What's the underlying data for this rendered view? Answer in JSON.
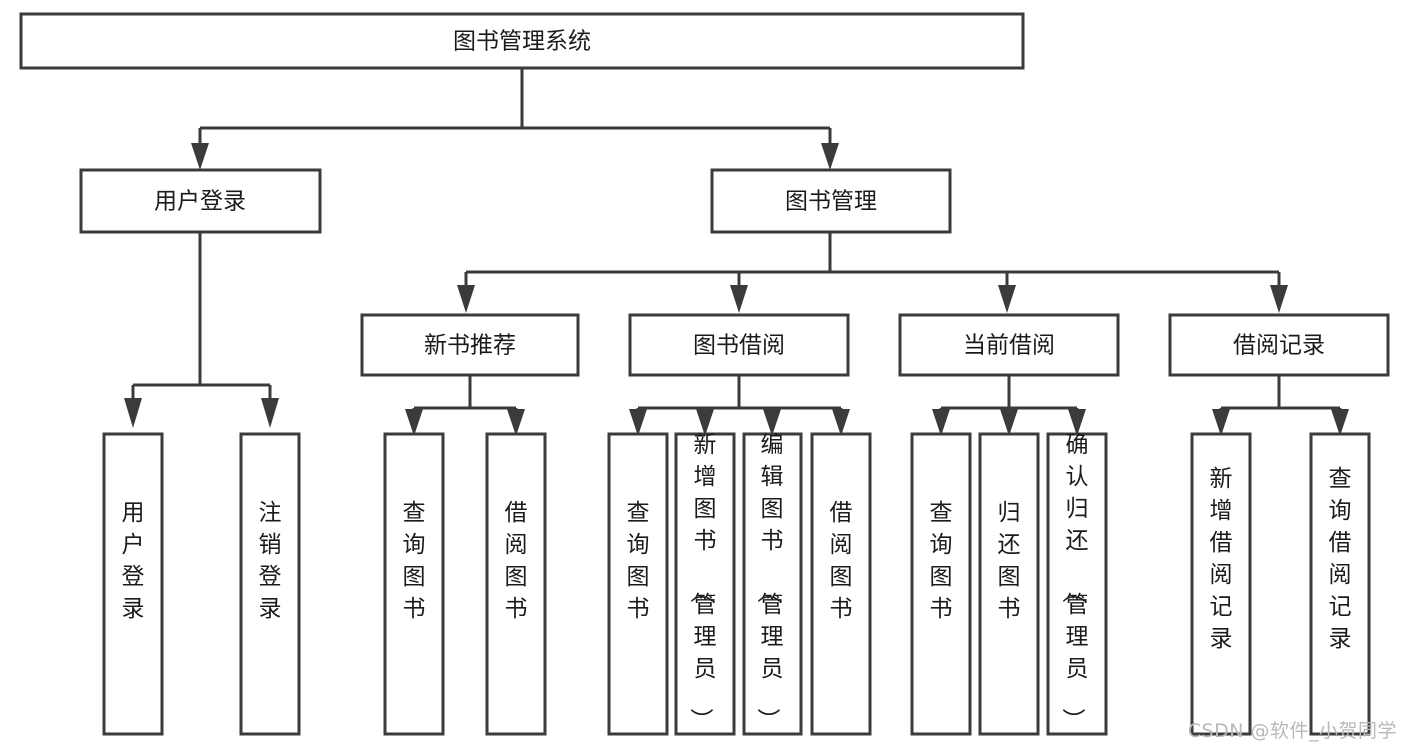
{
  "diagram": {
    "title": "图书管理系统",
    "watermark": "CSDN @软件_小贺同学",
    "colors": {
      "stroke": "#3b3b3b",
      "fill": "#ffffff",
      "text": "#1b1b1b",
      "watermark": "#b9b9b9",
      "background": "#ffffff"
    },
    "levels": {
      "root": "图书管理系统",
      "level2": [
        "用户登录",
        "图书管理"
      ],
      "level3": [
        "新书推荐",
        "图书借阅",
        "当前借阅",
        "借阅记录"
      ],
      "leaves": [
        "用户登录",
        "注销登录",
        "查询图书",
        "借阅图书",
        "查询图书",
        "新增图书（管理员）",
        "编辑图书（管理员）",
        "借阅图书",
        "查询图书",
        "归还图书",
        "确认归还（管理员）",
        "新增借阅记录",
        "查询借阅记录"
      ]
    },
    "nodes": {
      "root": {
        "label": "图书管理系统"
      },
      "user_login": {
        "label": "用户登录"
      },
      "book_manage": {
        "label": "图书管理"
      },
      "new_book_rec": {
        "label": "新书推荐"
      },
      "book_borrow": {
        "label": "图书借阅"
      },
      "current_borrow": {
        "label": "当前借阅"
      },
      "borrow_record": {
        "label": "借阅记录"
      },
      "leaf_user_login": {
        "label": "用户登录"
      },
      "leaf_logout": {
        "label": "注销登录"
      },
      "leaf_query_book_1": {
        "label": "查询图书"
      },
      "leaf_borrow_book_1": {
        "label": "借阅图书"
      },
      "leaf_query_book_2": {
        "label": "查询图书"
      },
      "leaf_add_book": {
        "label": "新增图书（管理员）"
      },
      "leaf_edit_book": {
        "label": "编辑图书（管理员）"
      },
      "leaf_borrow_book_2": {
        "label": "借阅图书"
      },
      "leaf_query_book_3": {
        "label": "查询图书"
      },
      "leaf_return_book": {
        "label": "归还图书"
      },
      "leaf_confirm_return": {
        "label": "确认归还（管理员）"
      },
      "leaf_add_record": {
        "label": "新增借阅记录"
      },
      "leaf_query_record": {
        "label": "查询借阅记录"
      }
    },
    "edges": [
      {
        "from": "图书管理系统",
        "to": "用户登录"
      },
      {
        "from": "图书管理系统",
        "to": "图书管理"
      },
      {
        "from": "用户登录",
        "to": "用户登录"
      },
      {
        "from": "用户登录",
        "to": "注销登录"
      },
      {
        "from": "图书管理",
        "to": "新书推荐"
      },
      {
        "from": "图书管理",
        "to": "图书借阅"
      },
      {
        "from": "图书管理",
        "to": "当前借阅"
      },
      {
        "from": "图书管理",
        "to": "借阅记录"
      },
      {
        "from": "新书推荐",
        "to": "查询图书"
      },
      {
        "from": "新书推荐",
        "to": "借阅图书"
      },
      {
        "from": "图书借阅",
        "to": "查询图书"
      },
      {
        "from": "图书借阅",
        "to": "新增图书（管理员）"
      },
      {
        "from": "图书借阅",
        "to": "编辑图书（管理员）"
      },
      {
        "from": "图书借阅",
        "to": "借阅图书"
      },
      {
        "from": "当前借阅",
        "to": "查询图书"
      },
      {
        "from": "当前借阅",
        "to": "归还图书"
      },
      {
        "from": "当前借阅",
        "to": "确认归还（管理员）"
      },
      {
        "from": "借阅记录",
        "to": "新增借阅记录"
      },
      {
        "from": "借阅记录",
        "to": "查询借阅记录"
      }
    ]
  }
}
